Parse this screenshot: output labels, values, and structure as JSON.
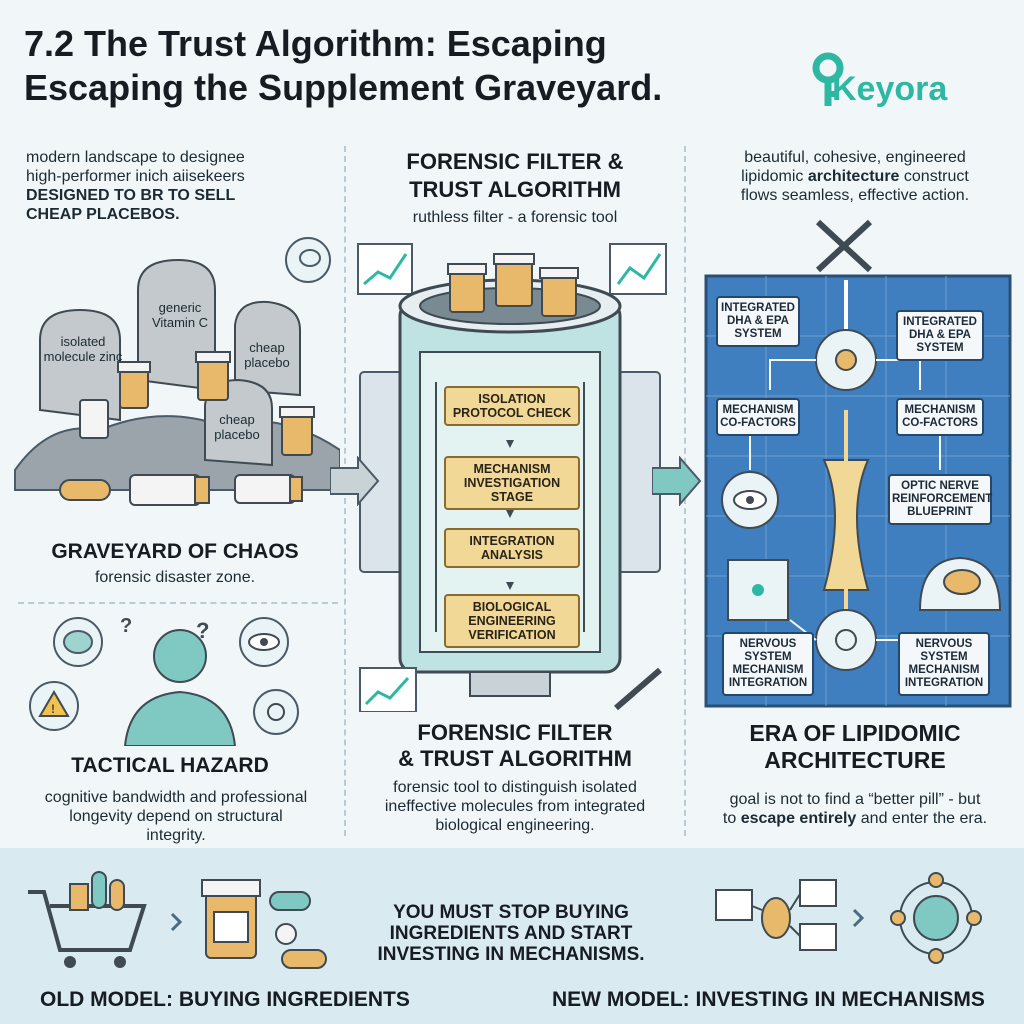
{
  "title_line1": "7.2 The Trust Algorithm: Escaping",
  "title_line2": "Escaping the Supplement Graveyard.",
  "logo": {
    "text": "Keyora",
    "color": "#2eb8a4"
  },
  "left": {
    "intro_line1": "modern landscape to designee",
    "intro_line2": "high-performer inich aiisekeers",
    "intro_line3": "DESIGNED TO BR TO SELL",
    "intro_line4": "CHEAP PLACEBOS.",
    "tombstones": [
      "isolated molecule zinc",
      "generic Vitamin C",
      "cheap placebo",
      "cheap placebo"
    ],
    "graveyard_heading": "GRAVEYARD OF CHAOS",
    "graveyard_sub": "forensic disaster zone.",
    "hazard_heading": "TACTICAL HAZARD",
    "hazard_line1": "cognitive bandwidth and professional",
    "hazard_line2": "longevity depend on structural",
    "hazard_line3": "integrity."
  },
  "middle": {
    "heading_line1": "FORENSIC FILTER &",
    "heading_line2": "TRUST ALGORITHM",
    "sub": "ruthless filter - a forensic tool",
    "steps": [
      "ISOLATION PROTOCOL CHECK",
      "MECHANISM INVESTIGATION STAGE",
      "INTEGRATION ANALYSIS",
      "BIOLOGICAL ENGINEERING VERIFICATION"
    ],
    "bottom_heading_line1": "FORENSIC FILTER",
    "bottom_heading_line2": "& TRUST ALGORITHM",
    "bottom_line1": "forensic tool to distinguish isolated",
    "bottom_line2": "ineffective molecules from integrated",
    "bottom_line3": "biological engineering."
  },
  "right": {
    "intro_line1": "beautiful, cohesive, engineered",
    "intro_line2a": "lipidomic ",
    "intro_line2b": "architecture",
    "intro_line2c": " construct",
    "intro_line3": "flows seamless, effective action.",
    "boxes": {
      "dha_left": "INTEGRATED DHA & EPA SYSTEM",
      "dha_right": "INTEGRATED DHA & EPA SYSTEM",
      "mech_left": "MECHANISM CO-FACTORS",
      "mech_right": "MECHANISM CO-FACTORS",
      "optic": "OPTIC NERVE REINFORCEMENT BLUEPRINT",
      "nervous_left": "NERVOUS SYSTEM MECHANISM INTEGRATION",
      "nervous_right": "NERVOUS SYSTEM MECHANISM INTEGRATION"
    },
    "era_line1": "ERA OF LIPIDOMIC",
    "era_line2": "ARCHITECTURE",
    "goal_line1": "goal is not to find a “better pill” - but",
    "goal_line2a": "to ",
    "goal_line2b": "escape entirely",
    "goal_line2c": " and enter the era."
  },
  "footer": {
    "call_line1": "YOU MUST STOP BUYING",
    "call_line2": "INGREDIENTS AND START",
    "call_line3": "INVESTING IN MECHANISMS.",
    "old_model": "OLD MODEL: BUYING INGREDIENTS",
    "new_model": "NEW MODEL: INVESTING IN MECHANISMS"
  },
  "colors": {
    "teal": "#2eb8a4",
    "blueprint": "#3f7fbf",
    "gold": "#f2d896",
    "cylinder": "#bfe2e2"
  }
}
